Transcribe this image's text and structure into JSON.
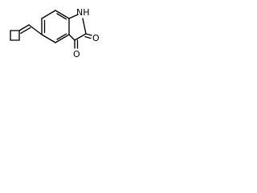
{
  "molecule": {
    "labels": {
      "nh": "NH",
      "o_upper": "O",
      "o_lower": "O"
    },
    "colors": {
      "bond": "#000000",
      "label": "#000000",
      "background": "#ffffff"
    }
  }
}
